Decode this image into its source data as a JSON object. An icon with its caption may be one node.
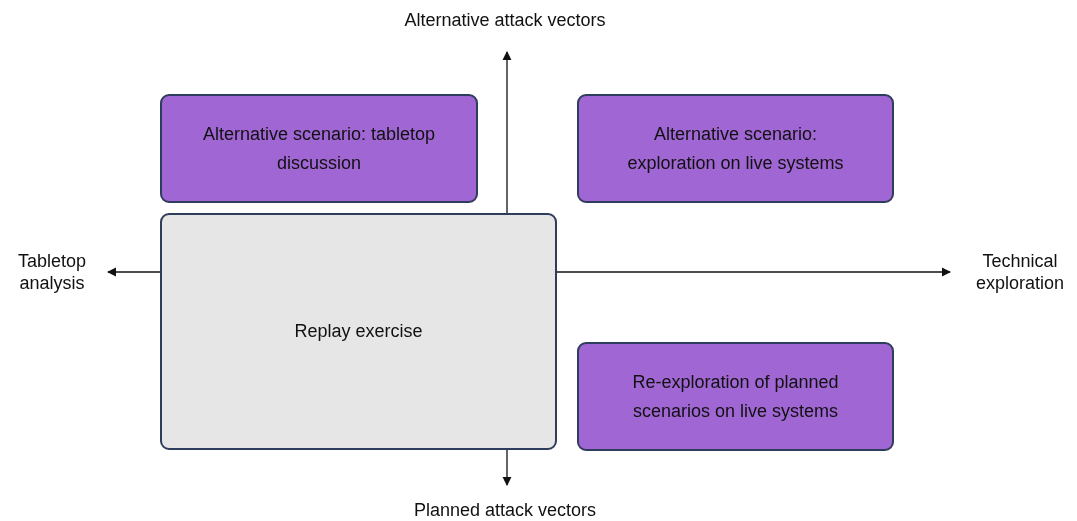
{
  "diagram": {
    "nodes": [
      {
        "text": [
          "Alternative scenario: tabletop discussion"
        ]
      },
      {
        "text": [
          "Alternative scenario: exploration on live systems"
        ]
      },
      {
        "text": [
          "Replay exercise"
        ]
      },
      {
        "text": [
          "Re-exploration of planned scenarios on live systems"
        ]
      }
    ],
    "labels": [
      "Alternative attack vectors",
      "Tabletop analysis",
      "Technical exploration",
      "Planned attack vectors"
    ]
  }
}
